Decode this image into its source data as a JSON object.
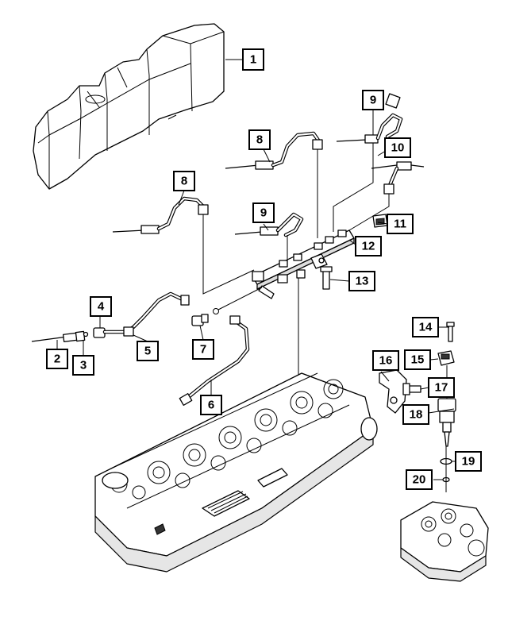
{
  "callouts": [
    {
      "id": "c1",
      "label": "1"
    },
    {
      "id": "c2",
      "label": "2"
    },
    {
      "id": "c3",
      "label": "3"
    },
    {
      "id": "c4",
      "label": "4"
    },
    {
      "id": "c5",
      "label": "5"
    },
    {
      "id": "c6",
      "label": "6"
    },
    {
      "id": "c7",
      "label": "7"
    },
    {
      "id": "c8a",
      "label": "8"
    },
    {
      "id": "c8b",
      "label": "8"
    },
    {
      "id": "c9a",
      "label": "9"
    },
    {
      "id": "c9b",
      "label": "9"
    },
    {
      "id": "c10",
      "label": "10"
    },
    {
      "id": "c11",
      "label": "11"
    },
    {
      "id": "c12",
      "label": "12"
    },
    {
      "id": "c13",
      "label": "13"
    },
    {
      "id": "c14",
      "label": "14"
    },
    {
      "id": "c15",
      "label": "15"
    },
    {
      "id": "c16",
      "label": "16"
    },
    {
      "id": "c17",
      "label": "17"
    },
    {
      "id": "c18",
      "label": "18"
    },
    {
      "id": "c19",
      "label": "19"
    },
    {
      "id": "c20",
      "label": "20"
    }
  ]
}
